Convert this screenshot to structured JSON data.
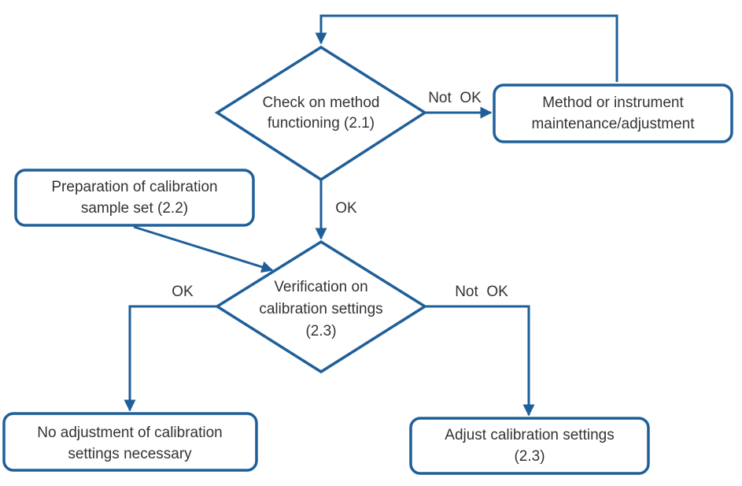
{
  "nodes": {
    "check_method": {
      "line1": "Check on method",
      "line2": "functioning (2.1)"
    },
    "maintenance": {
      "line1": "Method or instrument",
      "line2": "maintenance/adjustment"
    },
    "preparation": {
      "line1": "Preparation of calibration",
      "line2": "sample set (2.2)"
    },
    "verification": {
      "line1": "Verification on",
      "line2": "calibration settings",
      "line3": "(2.3)"
    },
    "no_adjustment": {
      "line1": "No adjustment of calibration",
      "line2": "settings necessary"
    },
    "adjust": {
      "line1": "Adjust calibration settings",
      "line2": "(2.3)"
    }
  },
  "edges": {
    "check_not_ok": "Not  OK",
    "check_ok": "OK",
    "verify_ok": "OK",
    "verify_not_ok": "Not  OK"
  },
  "colors": {
    "stroke": "#1f5f99",
    "text": "#333333",
    "background": "#ffffff"
  }
}
